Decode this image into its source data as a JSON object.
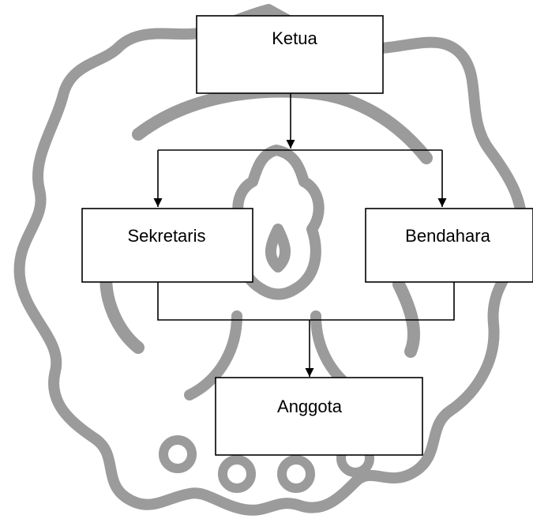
{
  "diagram": {
    "nodes": {
      "ketua": "Ketua",
      "sekretaris": "Sekretaris",
      "bendahara": "Bendahara",
      "anggota": "Anggota"
    }
  },
  "colors": {
    "box_stroke": "#000000",
    "watermark": "#8a8a8a",
    "background": "#ffffff"
  }
}
